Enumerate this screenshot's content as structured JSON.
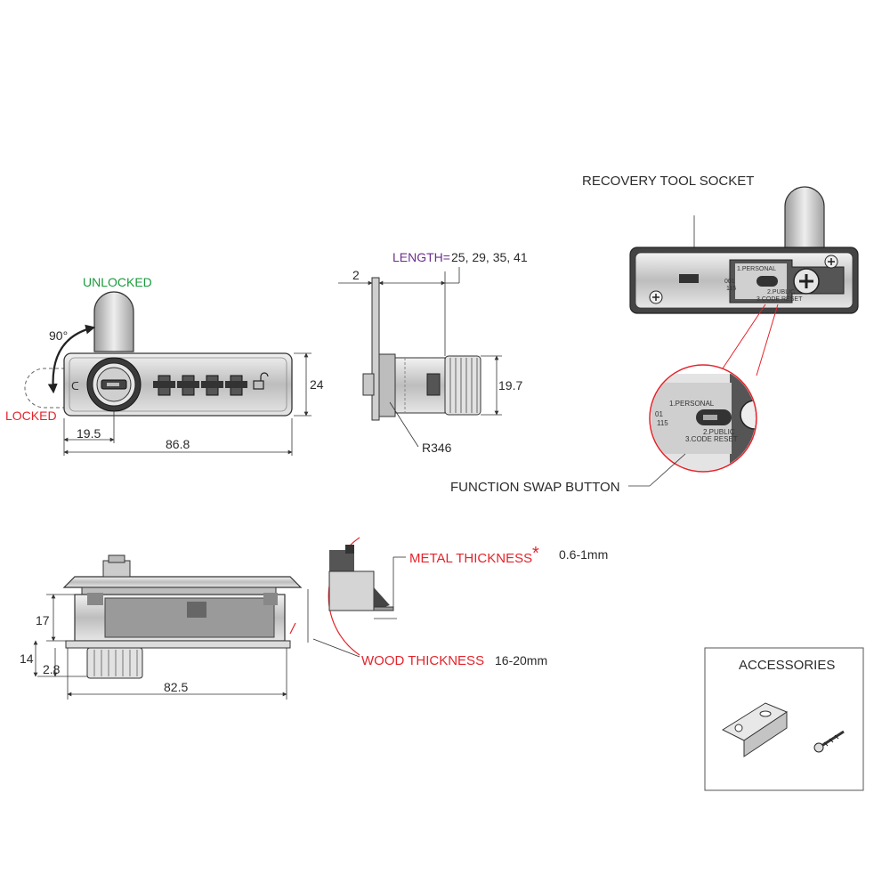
{
  "front_view": {
    "unlocked_label": "UNLOCKED",
    "locked_label": "LOCKED",
    "rotation_label": "90°",
    "dim_height": "24",
    "dim_knob_offset": "19.5",
    "dim_width": "86.8"
  },
  "side_view": {
    "length_label": "LENGTH=",
    "length_values": "25, 29, 35, 41",
    "dim_plate": "2",
    "dim_knob_height": "19.7",
    "dim_radius": "R346"
  },
  "back_view": {
    "recovery_label": "RECOVERY TOOL SOCKET",
    "swap_label": "FUNCTION SWAP BUTTON",
    "switch_personal": "1.PERSONAL",
    "switch_public": "2.PUBLIC",
    "switch_reset": "3.CODE RESET",
    "switch_code_a": "001",
    "switch_code_b": "115",
    "zoom_code_a": "01",
    "zoom_code_b": "115"
  },
  "bottom_view": {
    "metal_label": "METAL THICKNESS",
    "metal_star": "*",
    "metal_value": "0.6-1mm",
    "wood_label": "WOOD THICKNESS",
    "wood_value": "16-20mm",
    "dim_17": "17",
    "dim_14": "14",
    "dim_28": "2.8",
    "dim_825": "82.5"
  },
  "accessories": {
    "title": "ACCESSORIES"
  },
  "colors": {
    "red": "#e3242b",
    "green": "#1a9b3c",
    "purple": "#6b2f8c"
  }
}
